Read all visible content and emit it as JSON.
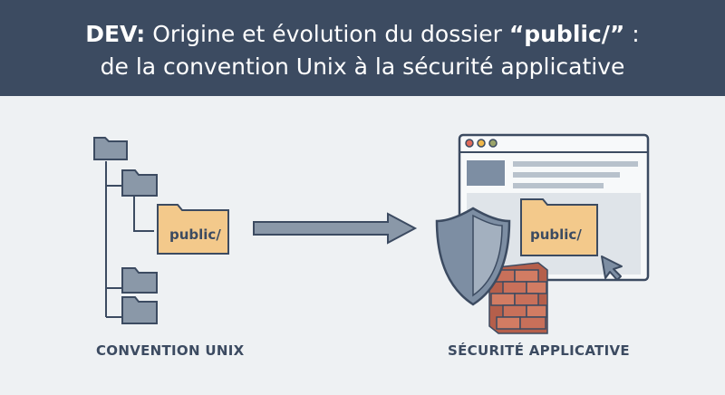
{
  "title": {
    "prefix": "DEV:",
    "line1_main": " Origine et évolution du dossier ",
    "highlight": "“public/”",
    "line1_suffix": " :",
    "line2": "de la convention Unix à la sécurité applicative"
  },
  "left": {
    "folder_label": "public/",
    "caption": "CONVENTION UNIX"
  },
  "right": {
    "folder_label": "public/",
    "caption": "SÉCURITÉ APPLICATIVE"
  },
  "colors": {
    "banner": "#3c4b61",
    "background": "#eef1f3",
    "folder_gray": "#8a98a8",
    "folder_orange": "#f3c98b",
    "shield": "#7d8ea3",
    "brick": "#c8705a",
    "dot_red": "#e06a5a",
    "dot_yellow": "#f0b84a",
    "dot_green": "#9aa46a"
  },
  "icons": [
    "folder-icon",
    "arrow-right-icon",
    "browser-window-icon",
    "shield-icon",
    "brick-wall-icon",
    "mouse-cursor-icon"
  ]
}
